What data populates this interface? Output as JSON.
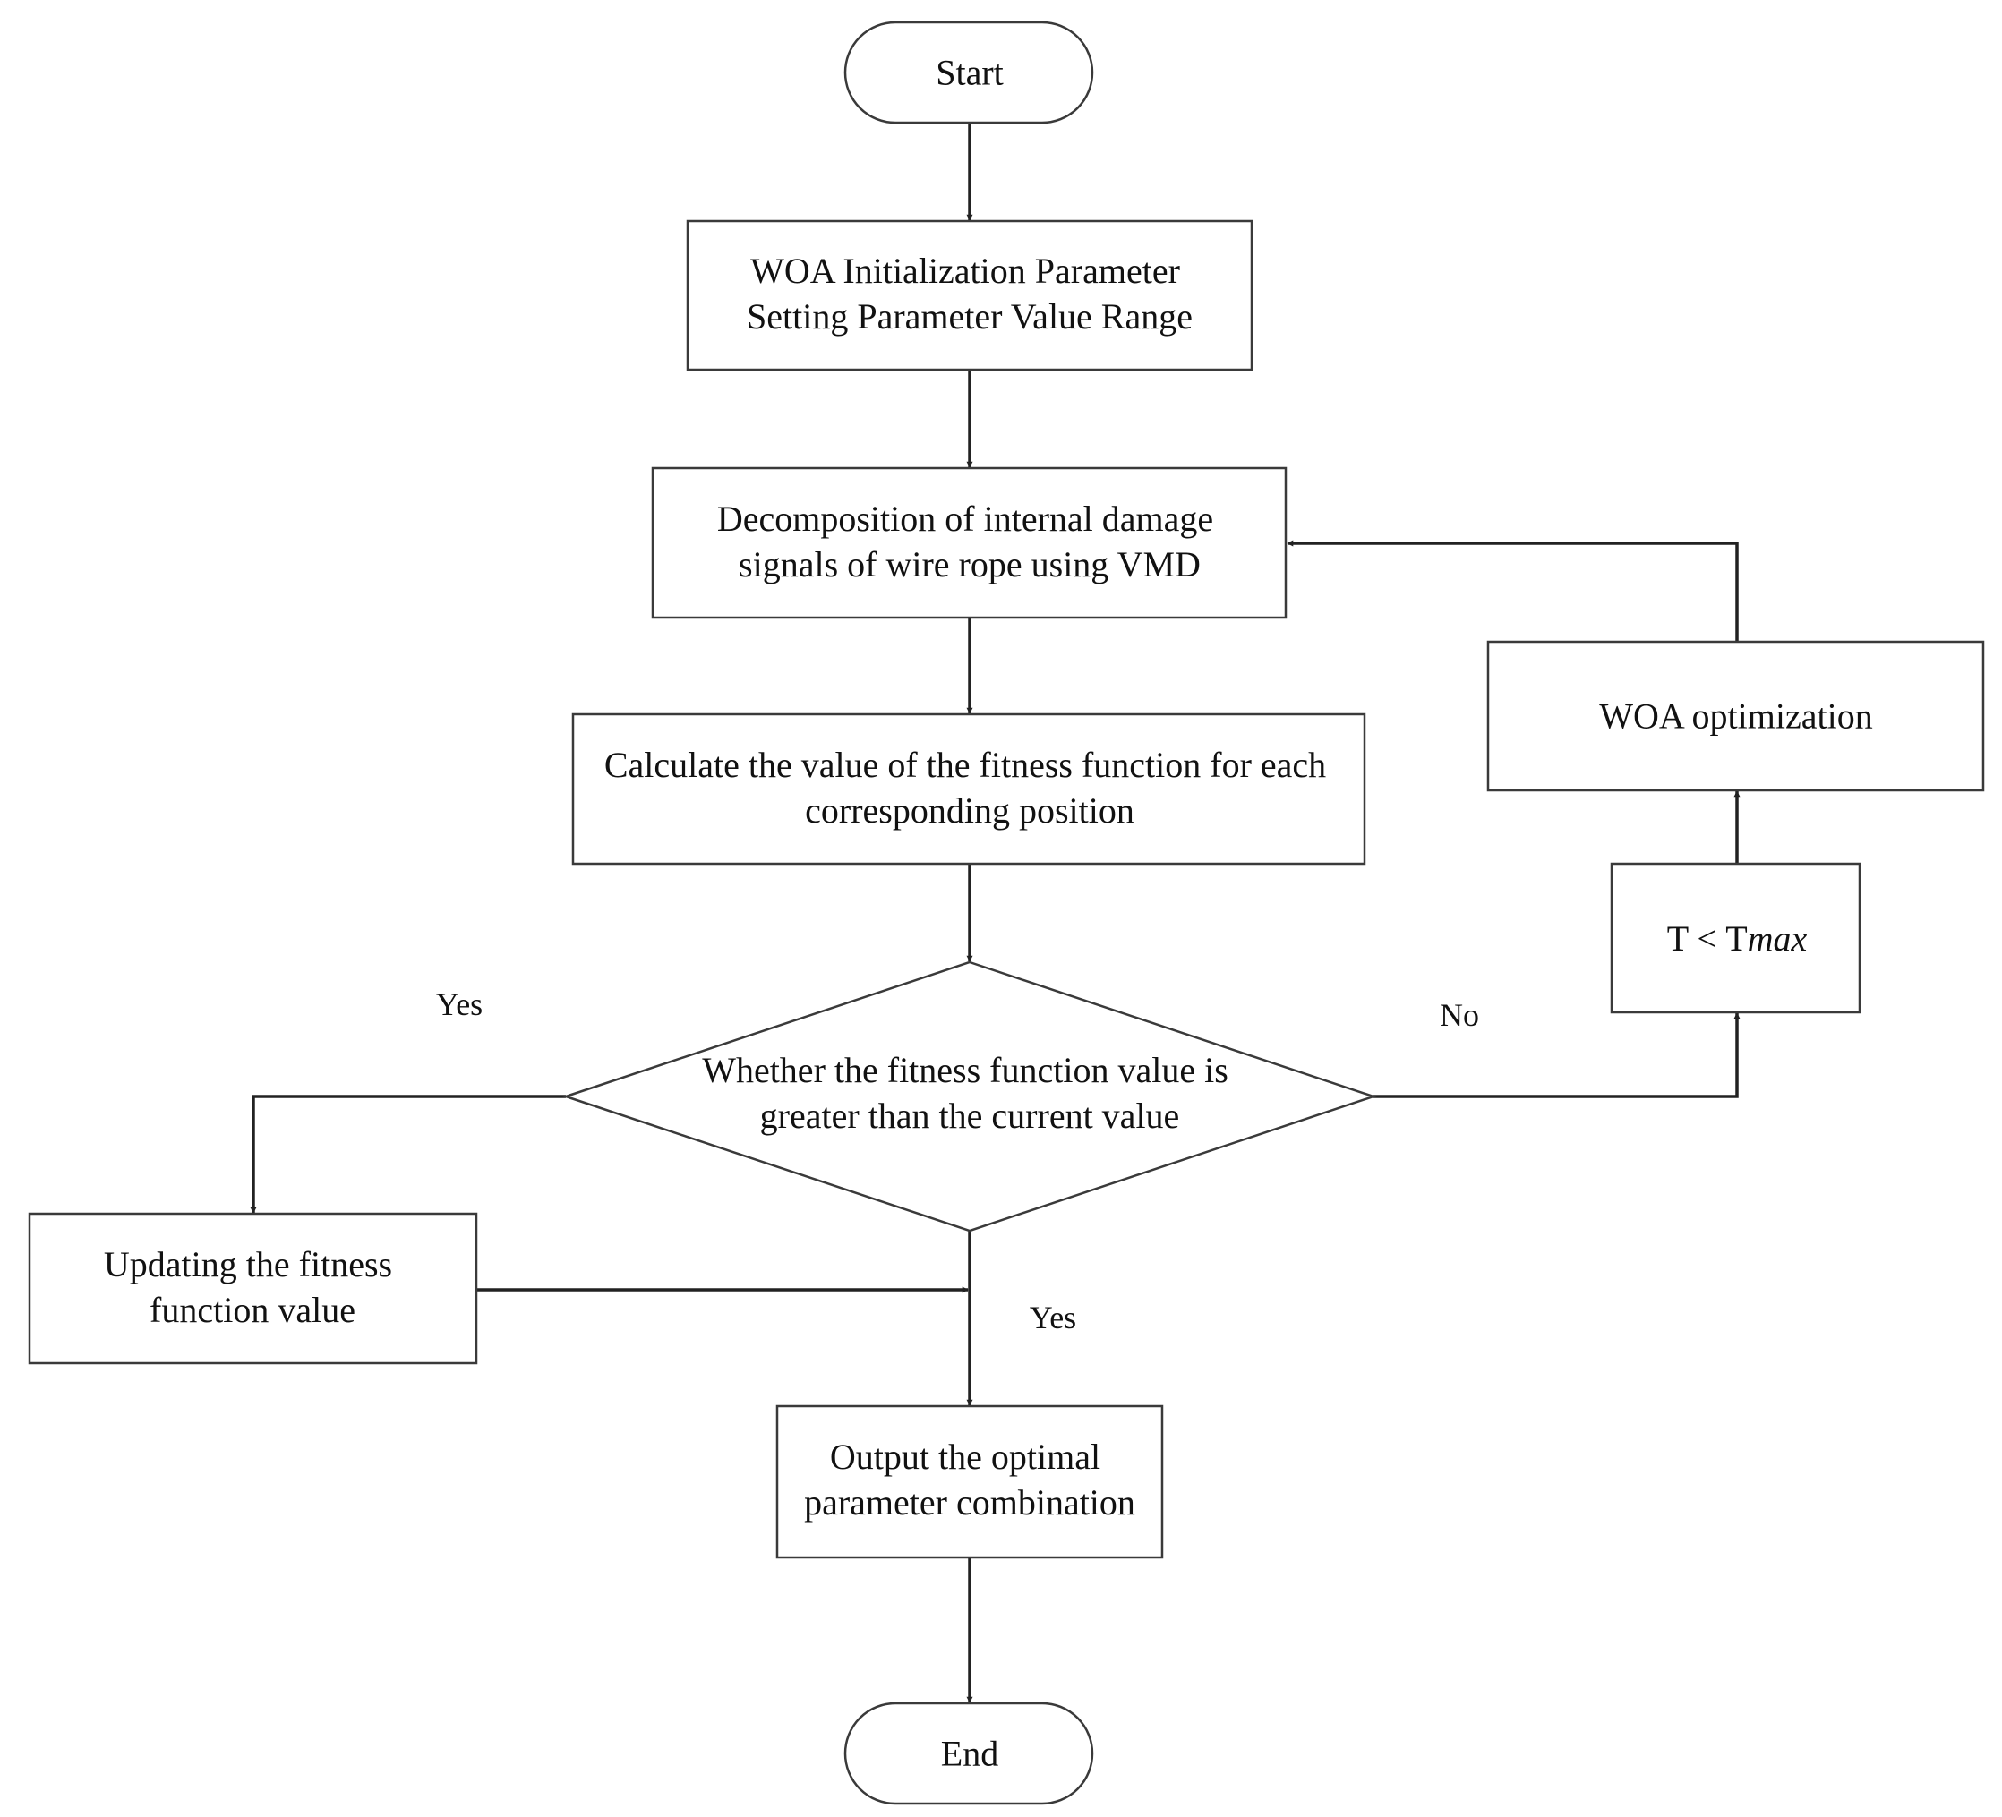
{
  "nodes": {
    "start": {
      "label": "Start"
    },
    "init": {
      "lines": [
        "WOA Initialization Parameter",
        "Setting Parameter Value Range"
      ]
    },
    "vmd": {
      "lines": [
        "Decomposition of internal damage",
        "signals of wire rope using VMD"
      ]
    },
    "fitness": {
      "lines": [
        "Calculate the value of the fitness function for each",
        "corresponding position"
      ]
    },
    "decision": {
      "lines": [
        "Whether the fitness function value is",
        "greater than the current value"
      ]
    },
    "update": {
      "lines": [
        "Updating the fitness",
        "function value"
      ]
    },
    "output": {
      "lines": [
        "Output the optimal",
        "parameter combination"
      ]
    },
    "end": {
      "label": "End"
    },
    "woa_opt": {
      "label": "WOA optimization"
    },
    "condition": {
      "prefix": "T < T",
      "suffix": "max"
    }
  },
  "edge_labels": {
    "yes_left": "Yes",
    "no_right": "No",
    "yes_down": "Yes"
  },
  "colors": {
    "stroke": "#3a3a3a",
    "arrow": "#222222",
    "background": "#ffffff"
  }
}
